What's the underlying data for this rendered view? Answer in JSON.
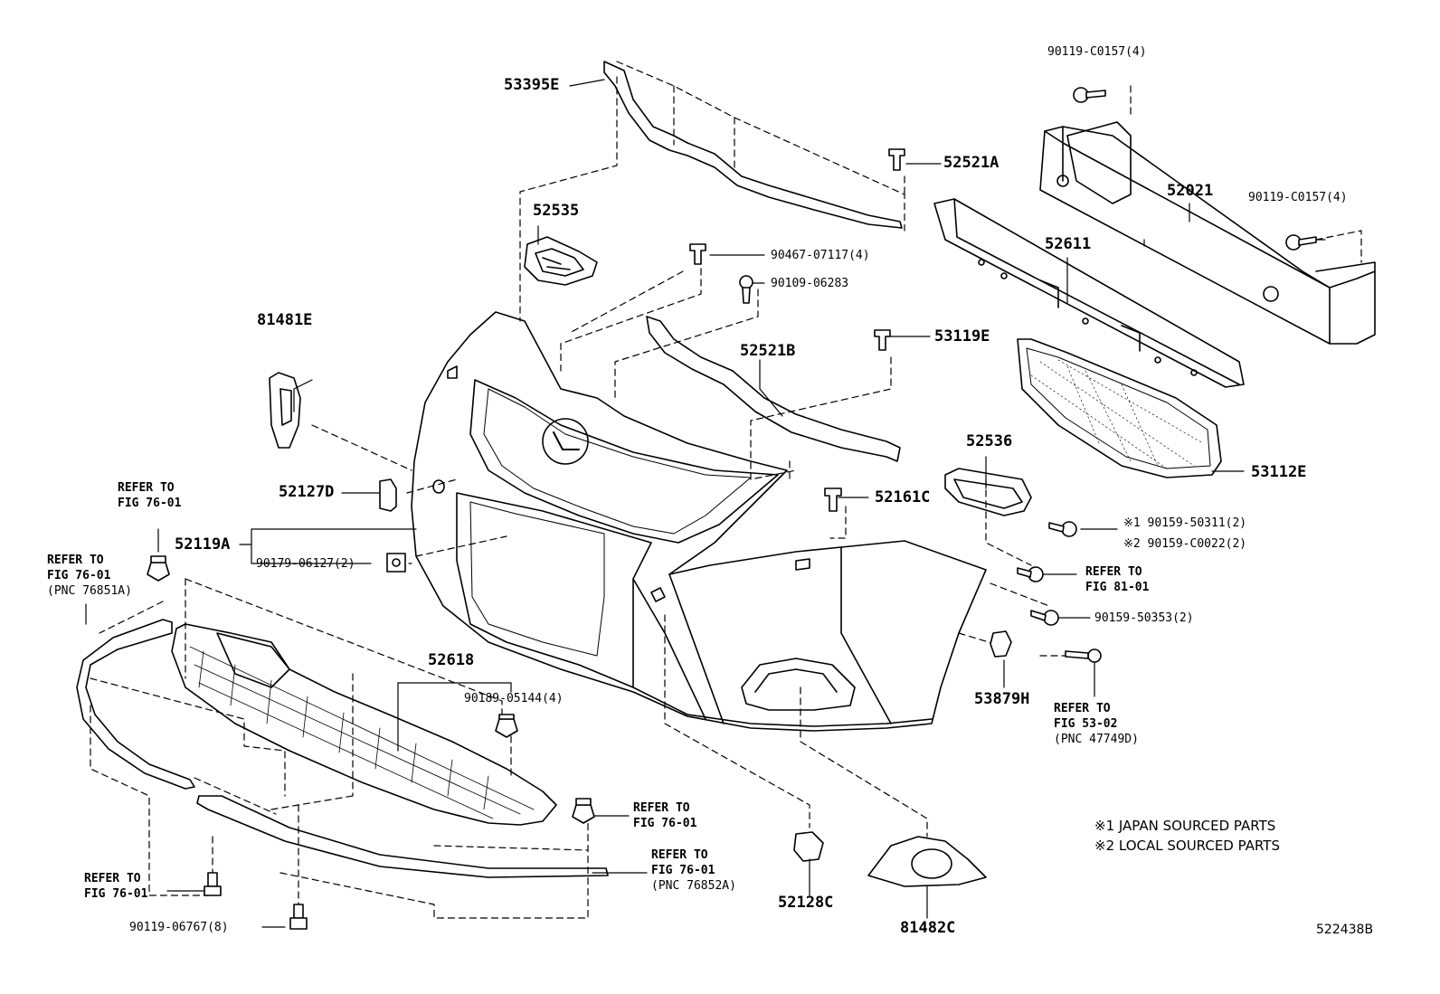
{
  "parts": {
    "p53395E": "53395E",
    "p52535": "52535",
    "p52521A": "52521A",
    "p90119_c0157_top": "90119-C0157(4)",
    "p52021": "52021",
    "p90119_c0157_right": "90119-C0157(4)",
    "p52611": "52611",
    "p90467": "90467-07117(4)",
    "p90109": "90109-06283",
    "p81481E": "81481E",
    "p53119E": "53119E",
    "p52521B": "52521B",
    "p52536": "52536",
    "p53112E": "53112E",
    "p52127D": "52127D",
    "p52161C": "52161C",
    "p52119A": "52119A",
    "p90179": "90179-06127(2)",
    "p90159_50311": "※1 90159-50311(2)",
    "p90159_c0022": "※2 90159-C0022(2)",
    "p90159_50353": "90159-50353(2)",
    "p53879H": "53879H",
    "p52618": "52618",
    "p90189": "90189-05144(4)",
    "p52128C": "52128C",
    "p81482C": "81482C",
    "p90119_06767": "90119-06767(8)"
  },
  "refs": {
    "r1_a": "REFER TO",
    "r1_b": "FIG 76-01",
    "r2_a": "REFER TO",
    "r2_b": "FIG 76-01",
    "r2_c": "(PNC 76851A)",
    "r3_a": "REFER TO",
    "r3_b": "FIG 81-01",
    "r4_a": "REFER TO",
    "r4_b": "FIG 53-02",
    "r4_c": "(PNC 47749D)",
    "r5_a": "REFER TO",
    "r5_b": "FIG 76-01",
    "r6_a": "REFER TO",
    "r6_b": "FIG 76-01",
    "r6_c": "(PNC 76852A)",
    "r7_a": "REFER TO",
    "r7_b": "FIG 76-01"
  },
  "notes": {
    "n1": "※1 JAPAN SOURCED PARTS",
    "n2": "※2 LOCAL SOURCED PARTS"
  },
  "diagram_code": "522438B"
}
